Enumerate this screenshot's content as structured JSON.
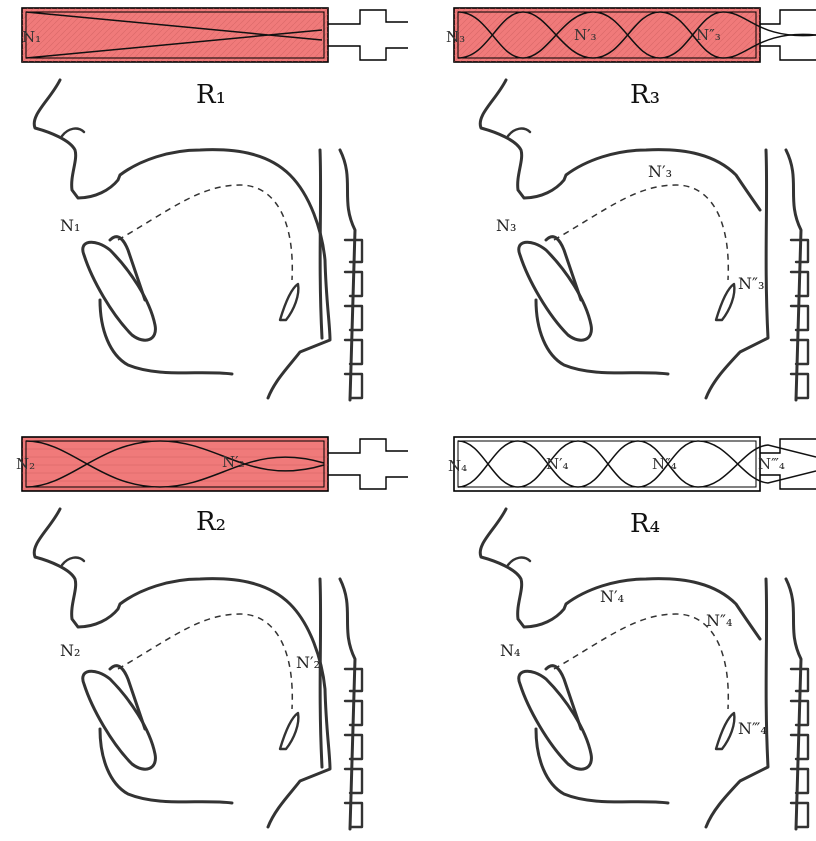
{
  "panels": [
    {
      "id": "r1",
      "title": "R₁",
      "tube_fill": true,
      "tube_labels": [
        "N₁"
      ],
      "node_labels": [
        "N₁"
      ]
    },
    {
      "id": "r3",
      "title": "R₃",
      "tube_fill": true,
      "tube_labels": [
        "N₃",
        "N′₃",
        "N″₃"
      ],
      "node_labels": [
        "N₃",
        "N′₃",
        "N″₃"
      ]
    },
    {
      "id": "r2",
      "title": "R₂",
      "tube_fill": true,
      "tube_labels": [
        "N₂",
        "N′₂"
      ],
      "node_labels": [
        "N₂",
        "N′₂"
      ]
    },
    {
      "id": "r4",
      "title": "R₄",
      "tube_fill": false,
      "tube_labels": [
        "N₄",
        "N′₄",
        "N″₄",
        "N‴₄"
      ],
      "node_labels": [
        "N₄",
        "N′₄",
        "N″₄",
        "N‴₄"
      ]
    }
  ],
  "colors": {
    "tube_highlight": "#f07a7a",
    "line": "#333333",
    "background": "#ffffff"
  }
}
